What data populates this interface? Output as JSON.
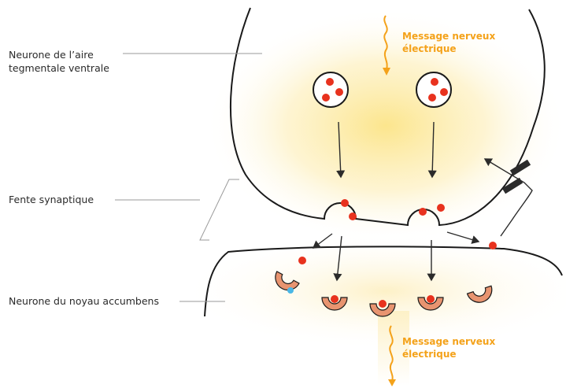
{
  "labels": {
    "vta_neuron_line1": "Neurone de l’aire",
    "vta_neuron_line2": "tegmentale ventrale",
    "synaptic_cleft": "Fente synaptique",
    "accumbens_neuron": "Neurone du noyau accumbens"
  },
  "messages": {
    "top": {
      "line1": "Message nerveux",
      "line2": "électrique"
    },
    "bottom": {
      "line1": "Message nerveux",
      "line2": "électrique"
    }
  },
  "colors": {
    "neurotransmitter": "#e8321e",
    "receptor": "#e89470",
    "transporter": "#2b2b2b",
    "membrane": "#1a1a1a",
    "glow": "#fde98a",
    "message": "#f4a21a"
  },
  "icons": {
    "message_arrow": "squiggle-arrow-icon"
  }
}
